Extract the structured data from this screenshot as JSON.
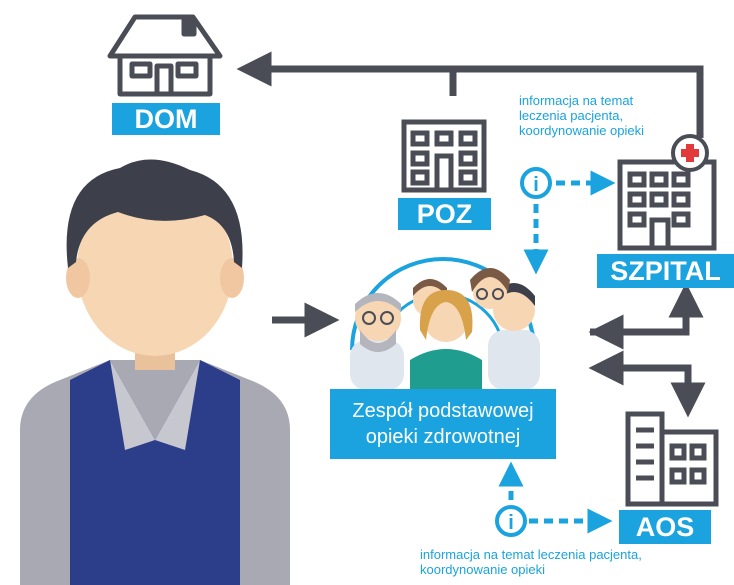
{
  "labels": {
    "dom": "DOM",
    "poz": "POZ",
    "szpital": "SZPITAL",
    "aos": "AOS"
  },
  "team": {
    "line1": "Zespół podstawowej",
    "line2": "opieki zdrowotnej"
  },
  "notes": {
    "top": [
      "informacja na temat",
      "leczenia pacjenta,",
      "koordynowanie opieki"
    ],
    "bottom": [
      "informacja na temat leczenia pacjenta,",
      "koordynowanie opieki"
    ]
  },
  "info_glyph": "i",
  "colors": {
    "accent": "#1aa3de",
    "icon": "#4a4d56",
    "arrow": "#4a4d56",
    "hair": "#3d3f4a",
    "skin": "#f7d6b4",
    "vest": "#2c3e8a",
    "shirt": "#a9a9b4",
    "cross": "#e23a3a",
    "coat": "#dfe6ee"
  }
}
